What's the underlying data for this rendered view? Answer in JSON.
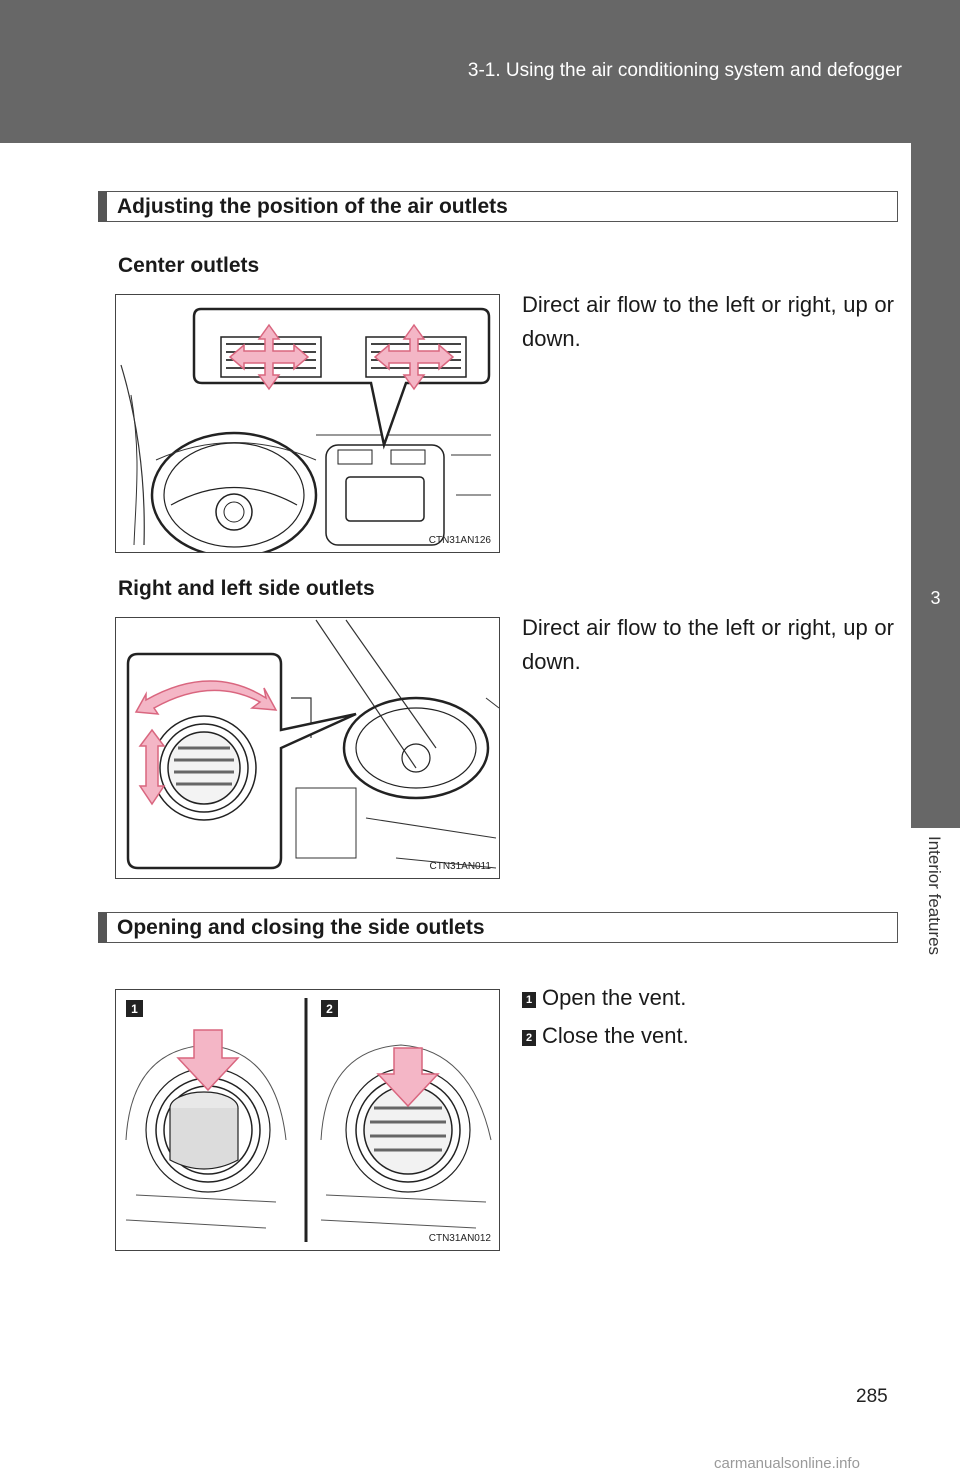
{
  "header": {
    "title": "3-1. Using the air conditioning system and defogger"
  },
  "side_tab": {
    "number": "3",
    "label": "Interior features"
  },
  "sections": [
    {
      "title": "Adjusting the position of the air outlets",
      "subsections": [
        {
          "heading": "Center outlets",
          "text": "Direct air flow to the left or right, up or down.",
          "figure_code": "CTN31AN126"
        },
        {
          "heading": "Right and left side outlets",
          "text": "Direct air flow to the left or right, up or down.",
          "figure_code": "CTN31AN011"
        }
      ]
    },
    {
      "title": "Opening and closing the side outlets",
      "figure_code": "CTN31AN012",
      "steps": [
        {
          "badge": "1",
          "text": "Open the vent."
        },
        {
          "badge": "2",
          "text": "Close the vent."
        }
      ]
    }
  ],
  "page_number": "285",
  "watermark": "carmanualsonline.info",
  "colors": {
    "header_bg": "#676767",
    "arrow_pink": "#f4b6c6",
    "arrow_stroke": "#d9667f"
  }
}
